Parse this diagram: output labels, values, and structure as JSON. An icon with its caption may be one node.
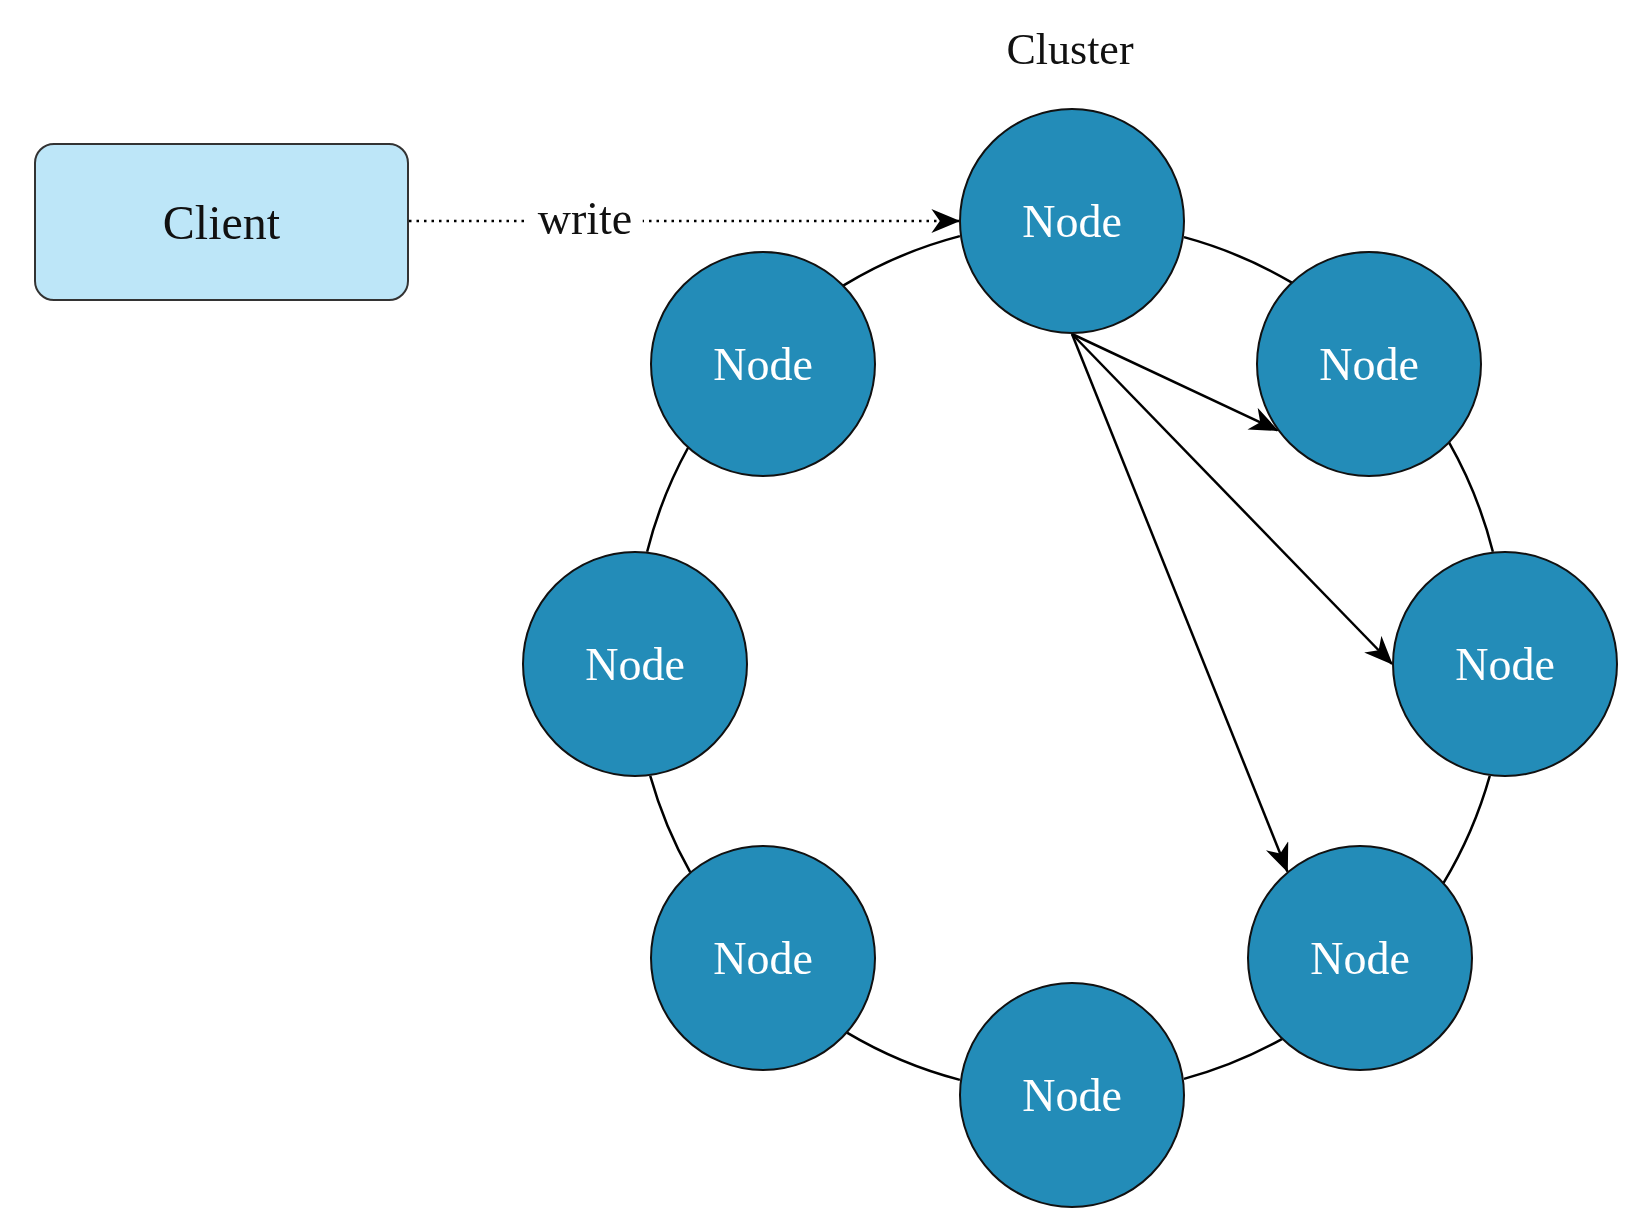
{
  "diagram": {
    "nodes": [
      {
        "text": [
          "Client"
        ]
      },
      {
        "text": [
          "Node"
        ]
      },
      {
        "text": [
          "Node"
        ]
      },
      {
        "text": [
          "Node"
        ]
      },
      {
        "text": [
          "Node"
        ]
      },
      {
        "text": [
          "Node"
        ]
      },
      {
        "text": [
          "Node"
        ]
      },
      {
        "text": [
          "Node"
        ]
      },
      {
        "text": [
          "Node"
        ]
      }
    ],
    "edges": [
      {
        "from": 0,
        "to": 1,
        "arrow": "to",
        "label": "write",
        "style": "dashed"
      },
      {
        "from": 1,
        "to": 3,
        "arrow": "to"
      },
      {
        "from": 1,
        "to": 5,
        "arrow": "to"
      },
      {
        "from": 1,
        "to": 7,
        "arrow": "to"
      },
      {
        "from": 1,
        "to": 3,
        "arrow": "none"
      },
      {
        "from": 3,
        "to": 5,
        "arrow": "none"
      },
      {
        "from": 5,
        "to": 7,
        "arrow": "none"
      },
      {
        "from": 7,
        "to": 8,
        "arrow": "none"
      },
      {
        "from": 8,
        "to": 6,
        "arrow": "none"
      },
      {
        "from": 6,
        "to": 4,
        "arrow": "none"
      },
      {
        "from": 4,
        "to": 2,
        "arrow": "none"
      },
      {
        "from": 2,
        "to": 1,
        "arrow": "none"
      }
    ],
    "labels": [
      "Cluster"
    ]
  }
}
